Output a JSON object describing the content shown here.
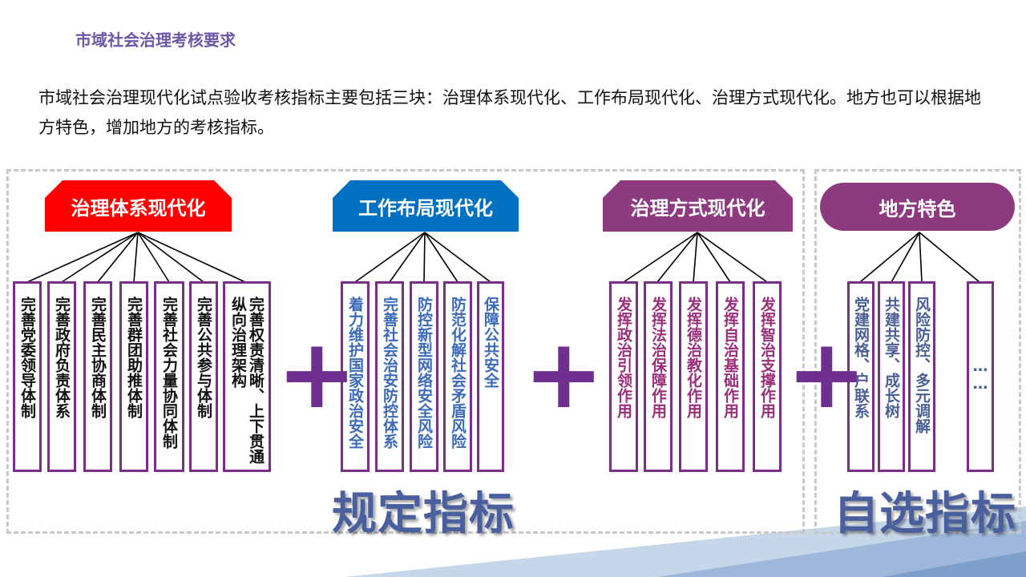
{
  "title": "市域社会治理考核要求",
  "intro": "市域社会治理现代化试点验收考核指标主要包括三块：治理体系现代化、工作布局现代化、治理方式现代化。地方也可以根据地方特色，增加地方的考核指标。",
  "groups": [
    {
      "header": "治理体系现代化",
      "items": [
        "完善党委领导体制",
        "完善政府负责体系",
        "完善民主协商体制",
        "完善群团助推体制",
        "完善社会力量协同体制",
        "完善公共参与体制",
        "完善权责清晰、上下贯通纵向治理架构"
      ]
    },
    {
      "header": "工作布局现代化",
      "items": [
        "着力维护国家政治安全",
        "完善社会治安防控体系",
        "防控新型网络安全风险",
        "防范化解社会矛盾风险",
        "保障公共安全"
      ]
    },
    {
      "header": "治理方式现代化",
      "items": [
        "发挥政治引领作用",
        "发挥法治保障作用",
        "发挥德治教化作用",
        "发挥自治基础作用",
        "发挥智治支撑作用"
      ]
    },
    {
      "header": "地方特色",
      "items": [
        "党建网格、户联系",
        "共建共享、成长树",
        "风险防控、多元调解",
        "……"
      ]
    }
  ],
  "plus_sign": "+",
  "label_required": "规定指标",
  "label_optional": "自选指标",
  "colors": {
    "red": "#ff0000",
    "blue": "#0070c0",
    "purple": "#8e3a80",
    "column_border": "#7a2e88",
    "plus": "#6f2f8f"
  }
}
